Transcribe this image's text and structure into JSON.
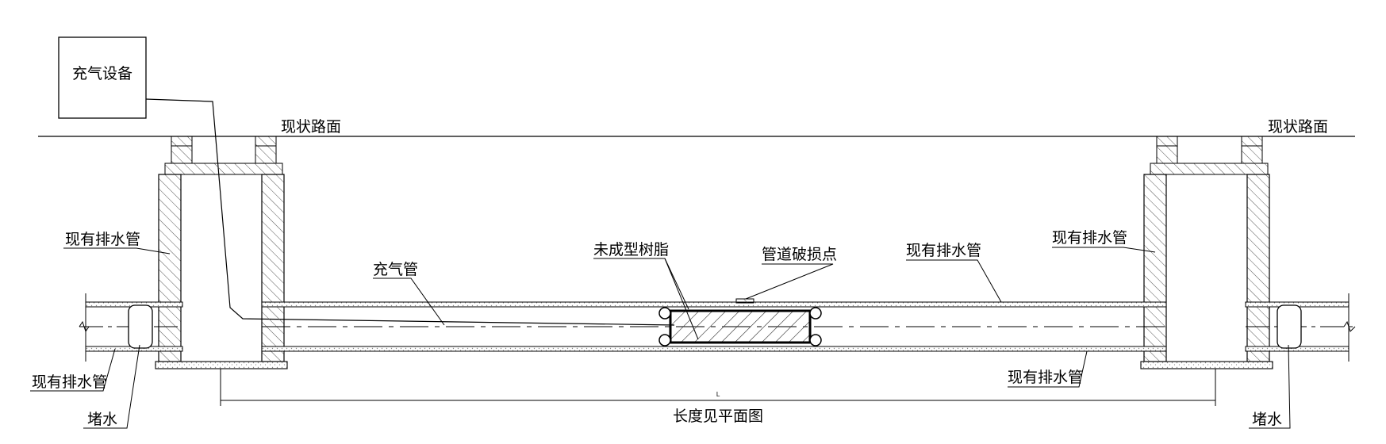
{
  "labels": {
    "inflation_equipment": "充气设备",
    "road_surface_left": "现状路面",
    "road_surface_right": "现状路面",
    "existing_drain_shaft_left": "现有排水管",
    "existing_drain_pipe_bottom_left": "现有排水管",
    "plug_left": "堵水",
    "inflation_tube": "充气管",
    "uncured_resin": "未成型树脂",
    "damage_point": "管道破损点",
    "existing_drain_pipe_top_right": "现有排水管",
    "existing_drain_shaft_right": "现有排水管",
    "existing_drain_pipe_bottom_right": "现有排水管",
    "plug_right": "堵水",
    "dimension_symbol": "L",
    "length_note": "长度见平面图"
  },
  "colors": {
    "line": "#000000",
    "hatch": "#555555",
    "concrete": "#9a9a9a"
  }
}
